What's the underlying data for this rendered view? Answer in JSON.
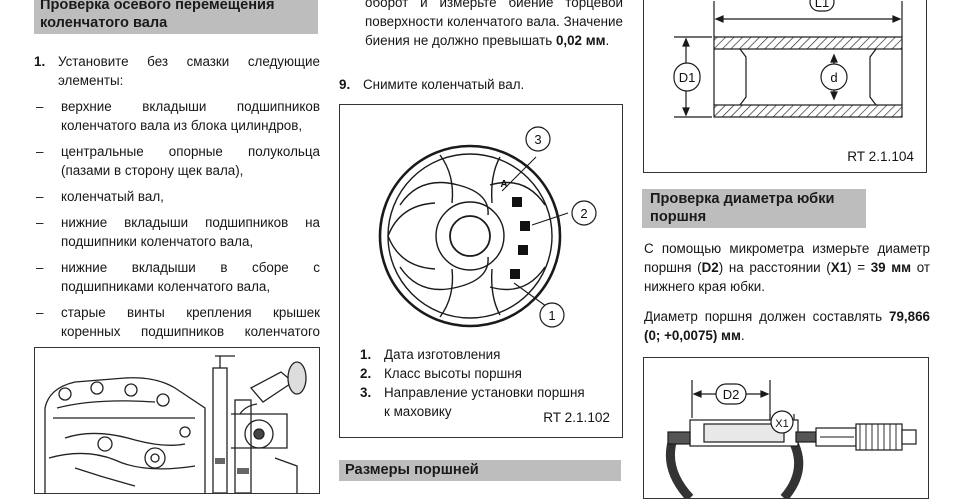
{
  "col1": {
    "heading_line1": "Проверка осевого перемещения",
    "heading_line2": "коленчатого вала",
    "step1_num": "1.",
    "step1_text": "Установите без смазки следующие элементы:",
    "bullet_marker": "–",
    "bullets": [
      "верхние вкладыши подшипников коленчатого вала из блока цилиндров,",
      "центральные опорные полукольца (пазами в сторону щек вала),",
      "коленчатый вал,",
      "нижние вкладыши подшипников на подшипники коленчатого вала,",
      "нижние вкладыши в сборе с подшипниками коленчатого вала,",
      "старые винты крепления крышек коренных подшипников коленчатого вала."
    ]
  },
  "col2": {
    "cont_text": "оборот и измерьте биение торцевой поверхности коленчатого вала. Значение биения не должно превышать",
    "cont_value": "0,02 мм",
    "cont_end": ".",
    "step9_num": "9.",
    "step9_text": "Снимите коленчатый вал.",
    "figure": {
      "callouts": [
        "1",
        "2",
        "3"
      ],
      "arrow_label": "A",
      "legend": [
        {
          "num": "1.",
          "text": "Дата изготовления"
        },
        {
          "num": "2.",
          "text": "Класс высоты поршня"
        },
        {
          "num": "3.",
          "text": "Направление установки поршня к маховику"
        }
      ],
      "caption": "RT 2.1.102"
    },
    "heading_sizes": "Размеры поршней"
  },
  "col3": {
    "liner_figure": {
      "label_l1": "L1",
      "label_d1": "D1",
      "label_d": "d",
      "caption": "RT 2.1.104"
    },
    "heading_line1": "Проверка диаметра юбки",
    "heading_line2": "поршня",
    "p1_text1": "С помощью микрометра измерьте диаметр поршня (",
    "p1_d2": "D2",
    "p1_text2": ") на расстоянии (",
    "p1_x1": "X1",
    "p1_text3": ") =",
    "p1_value": "39 мм",
    "p1_text4": "от нижнего края юбки.",
    "p2_text": "Диаметр поршня должен составлять",
    "p2_value": "79,866 (0; +0,0075) мм",
    "p2_end": ".",
    "mic_figure": {
      "label_d2": "D2",
      "label_x1": "X1"
    }
  }
}
